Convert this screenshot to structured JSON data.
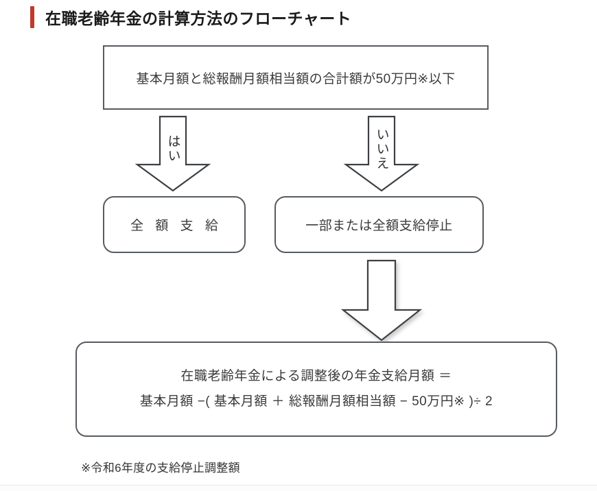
{
  "header": {
    "title": "在職老齢年金の計算方法のフローチャート",
    "accent_color": "#c0392b"
  },
  "flowchart": {
    "condition": {
      "text": "基本月額と総報酬月額相当額の合計額が50万円※以下"
    },
    "branches": [
      {
        "label": "はい",
        "name": "yes"
      },
      {
        "label": "いいえ",
        "name": "no"
      }
    ],
    "results": [
      {
        "text": "全 額 支 給",
        "name": "full-payment"
      },
      {
        "text": "一部または全額支給停止",
        "name": "partial-or-full-suspension"
      }
    ],
    "formula": {
      "line1": "在職老齢年金による調整後の年金支給月額  ＝",
      "line2": "基本月額 −( 基本月額 ＋ 総報酬月額相当額 − 50万円※ )÷ 2"
    },
    "border_color": "#565b60"
  },
  "footnote": {
    "text": "※令和6年度の支給停止調整額"
  }
}
